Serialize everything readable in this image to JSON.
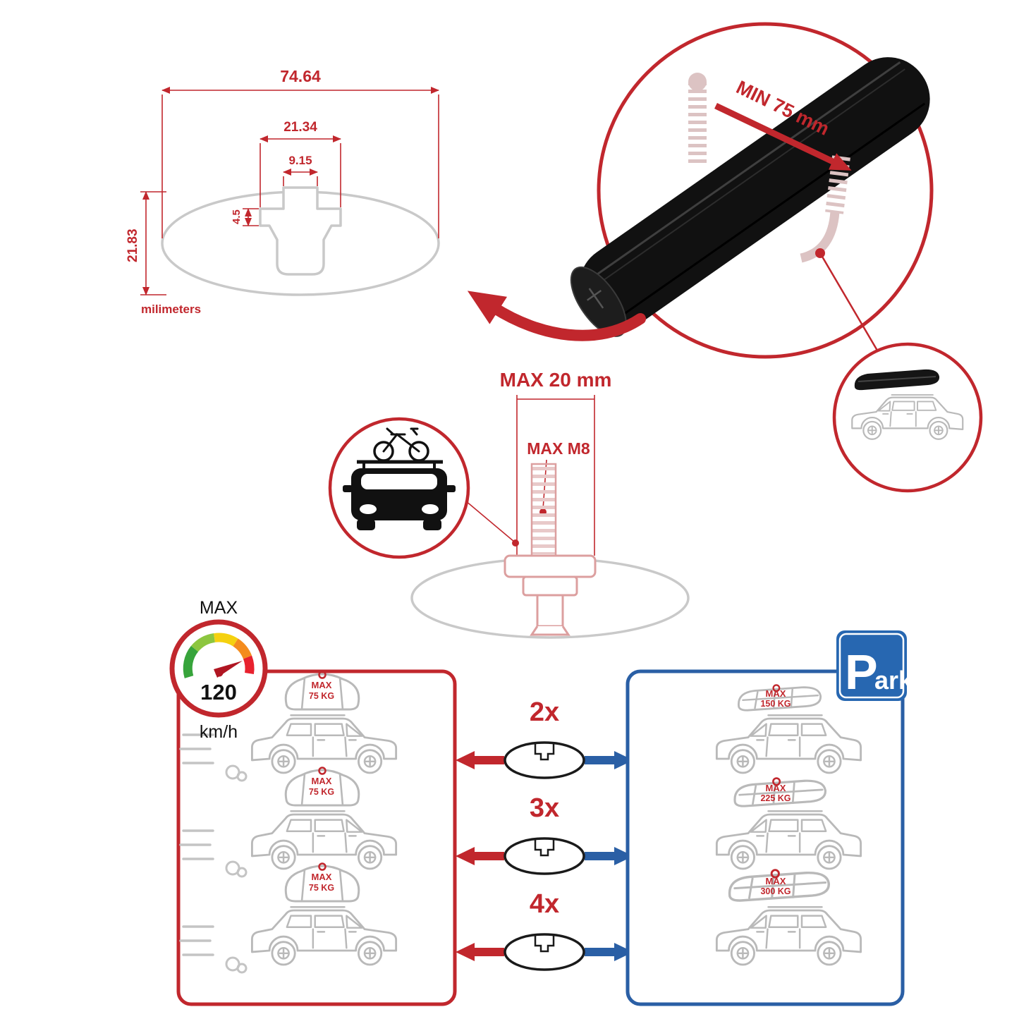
{
  "colors": {
    "red": "#c1272d",
    "blue": "#2a5fa5",
    "sign_blue": "#2767b1",
    "gray_outline": "#c9c9c9",
    "bar_black": "#111111"
  },
  "dimensions": {
    "total_width": "74.64",
    "upper_width": "21.34",
    "slot_width": "9.15",
    "step_height": "4.5",
    "total_height": "21.83",
    "unit": "milimeters"
  },
  "clamp_detail": {
    "min_label": "MIN 75 mm"
  },
  "bolt_detail": {
    "max_width": "MAX 20 mm",
    "max_thread": "MAX M8"
  },
  "speedometer": {
    "title": "MAX",
    "value": "120",
    "unit": "km/h"
  },
  "parking_sign": {
    "letter": "P",
    "rest": "ark"
  },
  "driving_cars": [
    {
      "line1": "MAX",
      "line2": "75 KG"
    },
    {
      "line1": "MAX",
      "line2": "75 KG"
    },
    {
      "line1": "MAX",
      "line2": "75 KG"
    }
  ],
  "multipliers": [
    {
      "label": "2x"
    },
    {
      "label": "3x"
    },
    {
      "label": "4x"
    }
  ],
  "parked_cars": [
    {
      "line1": "MAX",
      "line2": "150 KG"
    },
    {
      "line1": "MAX",
      "line2": "225 KG"
    },
    {
      "line1": "MAX",
      "line2": "300 KG"
    }
  ]
}
